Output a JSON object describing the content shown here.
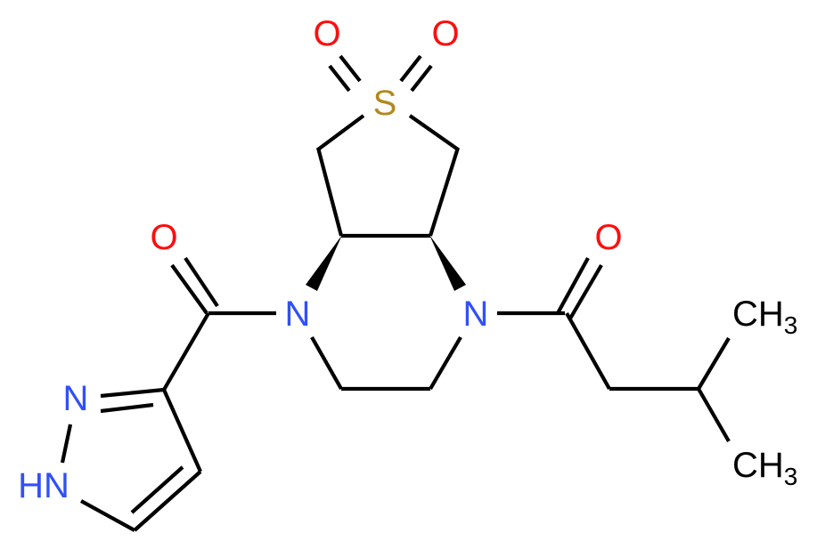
{
  "molecule": {
    "description": "Hexahydro-thieno[3,4-b]pyrazine 6,6-dioxide with 1H-pyrazole-3-carbonyl and 3-methylbutanoyl substituents",
    "colors": {
      "carbon_bond": "#000000",
      "oxygen": "#ff0d0d",
      "nitrogen": "#3050f8",
      "sulfur": "#b2891e",
      "hydrogen_text": "#000000"
    },
    "atom_labels": {
      "sulfur": "S",
      "sulfonyl_oxygen_left": "O",
      "sulfonyl_oxygen_right": "O",
      "ring_nitrogen_left": "N",
      "ring_nitrogen_right": "N",
      "carbonyl_oxygen_left": "O",
      "carbonyl_oxygen_right": "O",
      "pyrazole_n2": "N",
      "pyrazole_n1h": "HN",
      "methyl_top": "CH",
      "methyl_top_sub": "3",
      "methyl_bottom": "CH",
      "methyl_bottom_sub": "3"
    }
  }
}
